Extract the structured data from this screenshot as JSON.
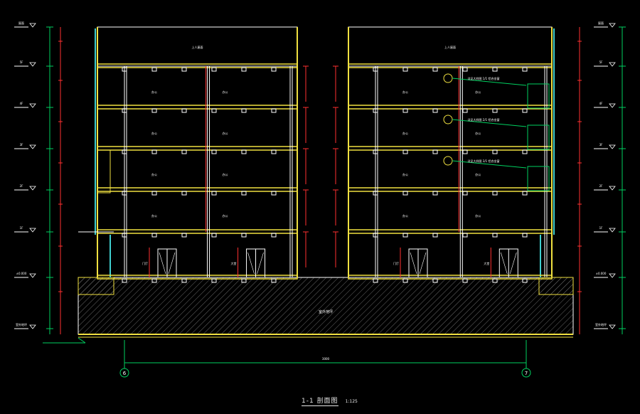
{
  "drawing": {
    "title": "1-1 剖面图",
    "scale": "1:125",
    "overall_dimension": "3000",
    "axis_left": "6",
    "axis_right": "7",
    "ground_label": "室外地坪"
  },
  "colors": {
    "background": "#000000",
    "wall": "#f0e040",
    "structure": "#ffffff",
    "dimension": "#00d060",
    "glass": "#40d0d0",
    "annotation": "#ff3030",
    "accent": "#ff40ff",
    "hatch": "#888888"
  },
  "roof_labels": [
    "上人屋面",
    "上人屋面"
  ],
  "room_labels_left": [
    "办公",
    "办公",
    "办公",
    "办公",
    "办公",
    "办公",
    "办公",
    "办公"
  ],
  "room_labels_right": [
    "办公",
    "办公",
    "办公",
    "办公",
    "办公",
    "办公",
    "办公",
    "办公"
  ],
  "ground_floor_labels": [
    "门厅",
    "大堂"
  ],
  "notes": [
    "详见大样图 1/1 铝合金窗",
    "详见大样图 2/1 铝合金窗",
    "详见大样图 3/1 铝合金窗"
  ],
  "elevation_marks_left": [
    "屋面",
    "5F",
    "4F",
    "3F",
    "2F",
    "1F",
    "±0.000",
    "室外地坪"
  ],
  "elevation_marks_right": [
    "屋面",
    "5F",
    "4F",
    "3F",
    "2F",
    "1F",
    "±0.000",
    "室外地坪"
  ]
}
